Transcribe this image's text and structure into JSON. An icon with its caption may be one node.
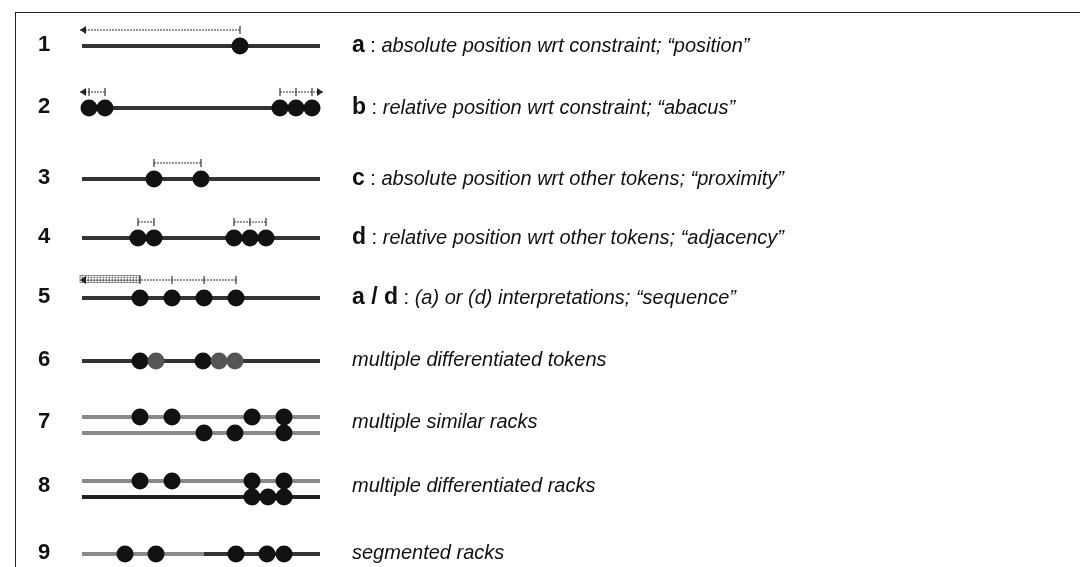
{
  "diagram": {
    "labels": [
      "1",
      "**a** : *absolute position wrt constraint;  “position”*",
      "2",
      "**b** : *relative position wrt constraint;    “abacus”*",
      "3",
      "**c** : *absolute position wrt other tokens; “proximity”*",
      "4",
      "**d** : *relative position wrt other tokens;  “adjacency”*",
      "5",
      "**a / d** : *(a) or (d) interpretations; “sequence”*",
      "6",
      "multiple differentiated tokens",
      "7",
      "multiple similar racks",
      "8",
      "multiple differentiated racks",
      "9",
      "segmented racks"
    ]
  }
}
